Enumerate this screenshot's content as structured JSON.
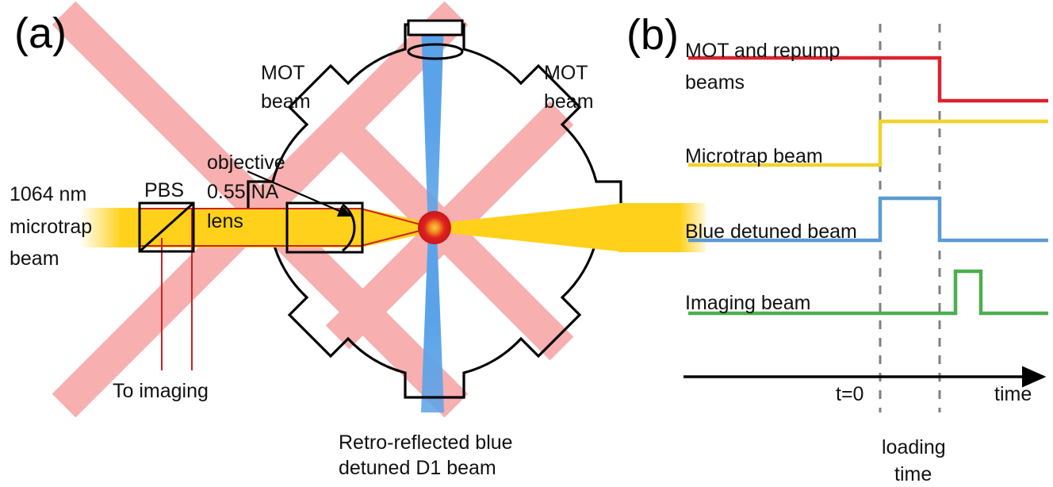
{
  "figure": {
    "panels": [
      {
        "id": "a",
        "label": "(a)"
      },
      {
        "id": "b",
        "label": "(b)"
      }
    ]
  },
  "panel_a": {
    "label": "(a)",
    "labels": {
      "source_beam_l1": "1064 nm",
      "source_beam_l2": "microtrap",
      "source_beam_l3": "beam",
      "pbs": "PBS",
      "objective_l1": "0.55 NA",
      "objective_l2": "objective",
      "objective_l3": "lens",
      "mot_beam_left_l1": "MOT",
      "mot_beam_left_l2": "beam",
      "mot_beam_right_l1": "MOT",
      "mot_beam_right_l2": "beam",
      "to_imaging": "To imaging",
      "retro_l1": "Retro-reflected blue",
      "retro_l2": "detuned D1 beam"
    },
    "colors": {
      "microtrap_beam": "#FFD11A",
      "microtrap_beam_edge": "#C0392B",
      "mot_beam": "#F7AFAF",
      "d1_beam": "#5BA3E8",
      "atom_cloud_core": "#E02020",
      "atom_cloud_glow": "#F5A623",
      "chamber_outline": "#000000",
      "optics_outline": "#000000",
      "ray_red": "#CC2222"
    }
  },
  "panel_b": {
    "label": "(b)",
    "traces": [
      {
        "name": "MOT and repump beams",
        "label_l1": "MOT and repump",
        "label_l2": "beams",
        "color": "#D9232E",
        "state": "high-then-low",
        "falls_at": "loading_end"
      },
      {
        "name": "Microtrap beam",
        "label_l1": "Microtrap beam",
        "label_l2": "",
        "color": "#F2D229",
        "state": "low-then-high",
        "rises_at": "t0"
      },
      {
        "name": "Blue detuned beam",
        "label_l1": "Blue detuned beam",
        "label_l2": "",
        "color": "#5B9BD5",
        "state": "pulse",
        "rises_at": "t0",
        "falls_at": "loading_end"
      },
      {
        "name": "Imaging beam",
        "label_l1": "Imaging beam",
        "label_l2": "",
        "color": "#4CAF50",
        "state": "pulse-after",
        "rises_at": "after_loading"
      }
    ],
    "axis": {
      "label": "time",
      "t0_label": "t=0",
      "loading_l1": "loading",
      "loading_l2": "time"
    },
    "colors": {
      "dashed_guide": "#808080",
      "axis": "#000000"
    }
  },
  "chart_data": {
    "type": "line",
    "title": "Experimental timing sequence",
    "xlabel": "time",
    "ylabel": "",
    "x_markers": [
      {
        "label": "t=0",
        "x": 1110
      },
      {
        "label": "loading time end",
        "x": 1185
      }
    ],
    "annotations": [
      "t=0",
      "loading time",
      "time"
    ],
    "series": [
      {
        "name": "MOT and repump beams",
        "color": "#D9232E",
        "points": [
          [
            872,
            1
          ],
          [
            1185,
            1
          ],
          [
            1185,
            0
          ],
          [
            1320,
            0
          ]
        ],
        "description": "High from start, drops low at end of loading time"
      },
      {
        "name": "Microtrap beam",
        "color": "#F2D229",
        "points": [
          [
            872,
            0
          ],
          [
            1112,
            0
          ],
          [
            1112,
            1
          ],
          [
            1320,
            1
          ]
        ],
        "description": "Low until t=0, then high for the rest"
      },
      {
        "name": "Blue detuned beam",
        "color": "#5B9BD5",
        "points": [
          [
            872,
            0
          ],
          [
            1112,
            0
          ],
          [
            1112,
            1
          ],
          [
            1185,
            1
          ],
          [
            1185,
            0
          ],
          [
            1320,
            0
          ]
        ],
        "description": "Pulse on during the loading time window only"
      },
      {
        "name": "Imaging beam",
        "color": "#4CAF50",
        "points": [
          [
            872,
            0
          ],
          [
            1205,
            0
          ],
          [
            1205,
            1
          ],
          [
            1235,
            1
          ],
          [
            1235,
            0
          ],
          [
            1320,
            0
          ]
        ],
        "description": "Short pulse after the loading time ends"
      }
    ],
    "legend": "inline labels at left of each trace",
    "grid": false
  }
}
